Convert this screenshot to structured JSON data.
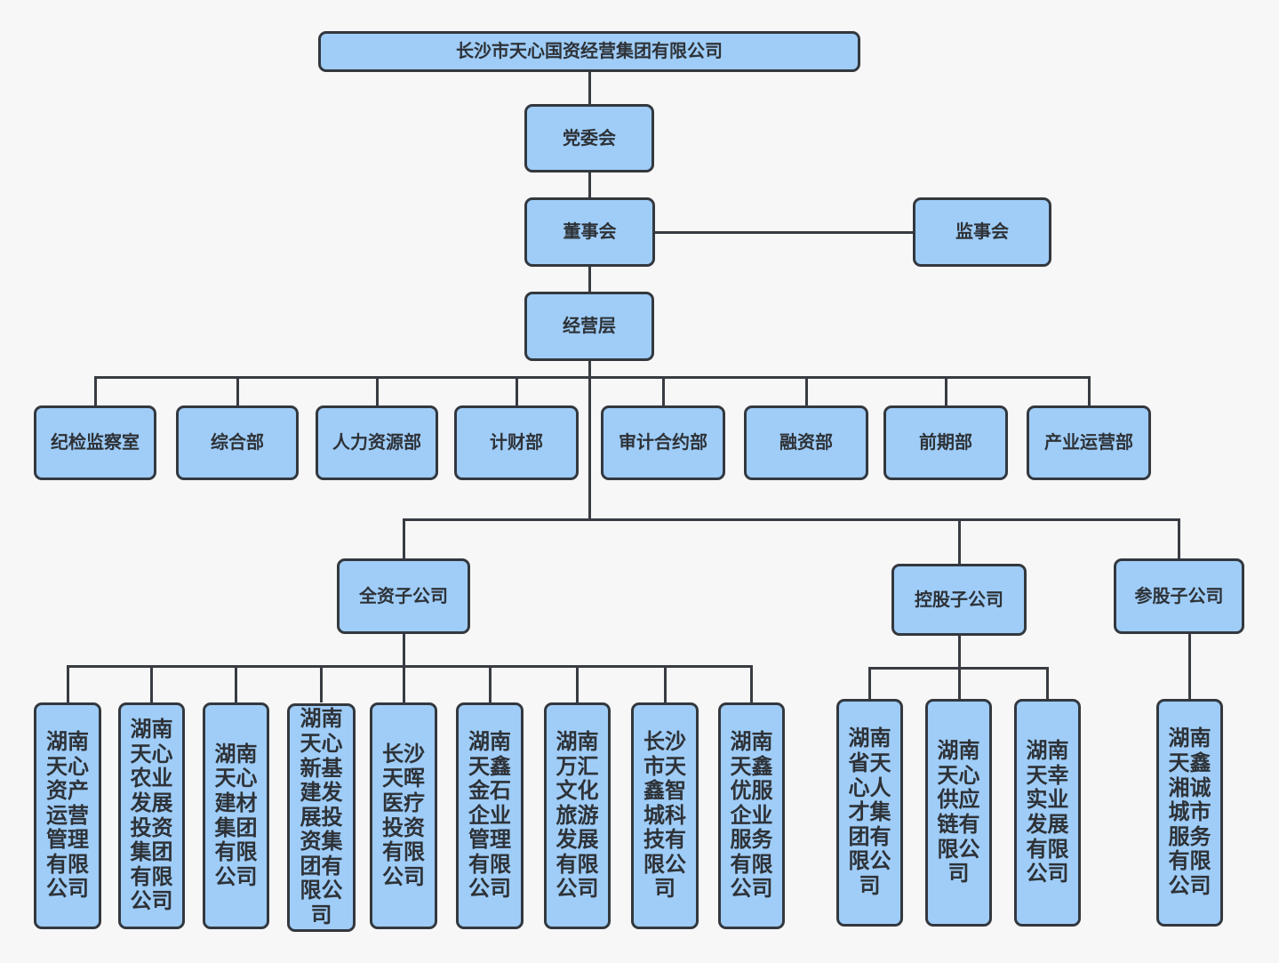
{
  "style": {
    "box_fill": "#9FCDF8",
    "box_border": "#33383E",
    "line_color": "#383C42",
    "text_color": "#2E3237",
    "background": "#F7F7F7"
  },
  "root": {
    "label": "长沙市天心国资经营集团有限公司"
  },
  "governance": [
    {
      "label": "党委会"
    },
    {
      "label": "董事会"
    },
    {
      "label": "监事会"
    },
    {
      "label": "经营层"
    }
  ],
  "departments": [
    {
      "label": "纪检监察室"
    },
    {
      "label": "综合部"
    },
    {
      "label": "人力资源部"
    },
    {
      "label": "计财部"
    },
    {
      "label": "审计合约部"
    },
    {
      "label": "融资部"
    },
    {
      "label": "前期部"
    },
    {
      "label": "产业运营部"
    }
  ],
  "subsidiary_groups": [
    {
      "label": "全资子公司",
      "companies": [
        {
          "label": "湖南天心资产运营管理有限公司"
        },
        {
          "label": "湖南天心农业发展投资集团有限公司"
        },
        {
          "label": "湖南天心建材集团有限公司"
        },
        {
          "label": "湖南天心新基建发展投资集团有限公司"
        },
        {
          "label": "长沙天晖医疗投资有限公司"
        },
        {
          "label": "湖南天鑫金石企业管理有限公司"
        },
        {
          "label": "湖南万汇文化旅游发展有限公司"
        },
        {
          "label": "长沙市天鑫智城科技有限公司"
        },
        {
          "label": "湖南天鑫优服企业服务有限公司"
        }
      ]
    },
    {
      "label": "控股子公司",
      "companies": [
        {
          "label": "湖南省天心人才集团有限公司"
        },
        {
          "label": "湖南天心供应链有限公司"
        },
        {
          "label": "湖南天幸实业发展有限公司"
        }
      ]
    },
    {
      "label": "参股子公司",
      "companies": [
        {
          "label": "湖南天鑫湘诚城市服务有限公司"
        }
      ]
    }
  ]
}
